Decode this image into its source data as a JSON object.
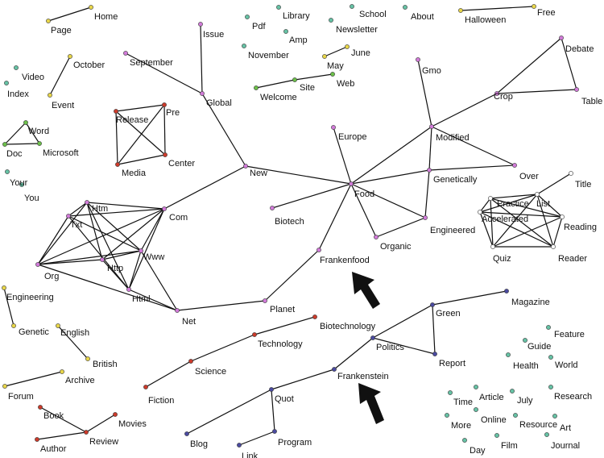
{
  "colors": {
    "yellow": "#e8d64a",
    "teal": "#66c2a5",
    "green": "#6cc04a",
    "violet": "#d17bd8",
    "red": "#cc3b2b",
    "navy": "#4b4ba0",
    "white": "#ffffff",
    "edge": "#111111",
    "arrow": "#111111"
  },
  "nodes": [
    {
      "id": "home",
      "label": "Home",
      "color": "yellow"
    },
    {
      "id": "page",
      "label": "Page",
      "color": "yellow"
    },
    {
      "id": "video",
      "label": "Video",
      "color": "teal"
    },
    {
      "id": "index",
      "label": "Index",
      "color": "teal"
    },
    {
      "id": "october",
      "label": "October",
      "color": "yellow"
    },
    {
      "id": "event",
      "label": "Event",
      "color": "yellow"
    },
    {
      "id": "word",
      "label": "Word",
      "color": "green"
    },
    {
      "id": "doc",
      "label": "Doc",
      "color": "green"
    },
    {
      "id": "microsoft",
      "label": "Microsoft",
      "color": "green"
    },
    {
      "id": "your",
      "label": "Your",
      "color": "teal"
    },
    {
      "id": "you",
      "label": "You",
      "color": "teal"
    },
    {
      "id": "issue",
      "label": "Issue",
      "color": "violet"
    },
    {
      "id": "september",
      "label": "September",
      "color": "violet"
    },
    {
      "id": "global",
      "label": "Global",
      "color": "violet"
    },
    {
      "id": "pre",
      "label": "Pre",
      "color": "red"
    },
    {
      "id": "release",
      "label": "Release",
      "color": "red"
    },
    {
      "id": "media",
      "label": "Media",
      "color": "red"
    },
    {
      "id": "center",
      "label": "Center",
      "color": "red"
    },
    {
      "id": "pdf",
      "label": "Pdf",
      "color": "teal"
    },
    {
      "id": "library",
      "label": "Library",
      "color": "teal"
    },
    {
      "id": "amp",
      "label": "Amp",
      "color": "teal"
    },
    {
      "id": "november",
      "label": "November",
      "color": "teal"
    },
    {
      "id": "school",
      "label": "School",
      "color": "teal"
    },
    {
      "id": "newsletter",
      "label": "Newsletter",
      "color": "teal"
    },
    {
      "id": "about",
      "label": "About",
      "color": "teal"
    },
    {
      "id": "halloween",
      "label": "Halloween",
      "color": "yellow"
    },
    {
      "id": "free",
      "label": "Free",
      "color": "yellow"
    },
    {
      "id": "june",
      "label": "June",
      "color": "yellow"
    },
    {
      "id": "may",
      "label": "May",
      "color": "yellow"
    },
    {
      "id": "web",
      "label": "Web",
      "color": "green"
    },
    {
      "id": "site",
      "label": "Site",
      "color": "green"
    },
    {
      "id": "welcome",
      "label": "Welcome",
      "color": "green"
    },
    {
      "id": "gmo",
      "label": "Gmo",
      "color": "violet"
    },
    {
      "id": "debate",
      "label": "Debate",
      "color": "violet"
    },
    {
      "id": "crop",
      "label": "Crop",
      "color": "violet"
    },
    {
      "id": "table",
      "label": "Table",
      "color": "violet"
    },
    {
      "id": "europe",
      "label": "Europe",
      "color": "violet"
    },
    {
      "id": "modified",
      "label": "Modified",
      "color": "violet"
    },
    {
      "id": "new",
      "label": "New",
      "color": "violet"
    },
    {
      "id": "over",
      "label": "Over",
      "color": "violet"
    },
    {
      "id": "genetically",
      "label": "Genetically",
      "color": "violet"
    },
    {
      "id": "food",
      "label": "Food",
      "color": "violet"
    },
    {
      "id": "biotech",
      "label": "Biotech",
      "color": "violet"
    },
    {
      "id": "engineered",
      "label": "Engineered",
      "color": "violet"
    },
    {
      "id": "organic",
      "label": "Organic",
      "color": "violet"
    },
    {
      "id": "frankenfood",
      "label": "Frankenfood",
      "color": "violet"
    },
    {
      "id": "title",
      "label": "Title",
      "color": "white"
    },
    {
      "id": "practice",
      "label": "Practice",
      "color": "white"
    },
    {
      "id": "list",
      "label": "List",
      "color": "white"
    },
    {
      "id": "accelerated",
      "label": "Accelerated",
      "color": "white"
    },
    {
      "id": "reading",
      "label": "Reading",
      "color": "white"
    },
    {
      "id": "quiz",
      "label": "Quiz",
      "color": "white"
    },
    {
      "id": "reader",
      "label": "Reader",
      "color": "white"
    },
    {
      "id": "htm",
      "label": "Htm",
      "color": "violet"
    },
    {
      "id": "com",
      "label": "Com",
      "color": "violet"
    },
    {
      "id": "txt",
      "label": "Txt",
      "color": "violet"
    },
    {
      "id": "www",
      "label": "Www",
      "color": "violet"
    },
    {
      "id": "org",
      "label": "Org",
      "color": "violet"
    },
    {
      "id": "http",
      "label": "Http",
      "color": "violet"
    },
    {
      "id": "html",
      "label": "Html",
      "color": "violet"
    },
    {
      "id": "net",
      "label": "Net",
      "color": "violet"
    },
    {
      "id": "planet",
      "label": "Planet",
      "color": "violet"
    },
    {
      "id": "engineering",
      "label": "Engineering",
      "color": "yellow"
    },
    {
      "id": "genetic",
      "label": "Genetic",
      "color": "yellow"
    },
    {
      "id": "english",
      "label": "English",
      "color": "yellow"
    },
    {
      "id": "british",
      "label": "British",
      "color": "yellow"
    },
    {
      "id": "archive",
      "label": "Archive",
      "color": "yellow"
    },
    {
      "id": "forum",
      "label": "Forum",
      "color": "yellow"
    },
    {
      "id": "biotechnology",
      "label": "Biotechnology",
      "color": "red"
    },
    {
      "id": "technology",
      "label": "Technology",
      "color": "red"
    },
    {
      "id": "science",
      "label": "Science",
      "color": "red"
    },
    {
      "id": "fiction",
      "label": "Fiction",
      "color": "red"
    },
    {
      "id": "book",
      "label": "Book",
      "color": "red"
    },
    {
      "id": "movies",
      "label": "Movies",
      "color": "red"
    },
    {
      "id": "review",
      "label": "Review",
      "color": "red"
    },
    {
      "id": "author",
      "label": "Author",
      "color": "red"
    },
    {
      "id": "magazine",
      "label": "Magazine",
      "color": "navy"
    },
    {
      "id": "green",
      "label": "Green",
      "color": "navy"
    },
    {
      "id": "politics",
      "label": "Politics",
      "color": "navy"
    },
    {
      "id": "report",
      "label": "Report",
      "color": "navy"
    },
    {
      "id": "frankenstein",
      "label": "Frankenstein",
      "color": "navy"
    },
    {
      "id": "quot",
      "label": "Quot",
      "color": "navy"
    },
    {
      "id": "blog",
      "label": "Blog",
      "color": "navy"
    },
    {
      "id": "program",
      "label": "Program",
      "color": "navy"
    },
    {
      "id": "link",
      "label": "Link",
      "color": "navy"
    },
    {
      "id": "feature",
      "label": "Feature",
      "color": "teal"
    },
    {
      "id": "guide",
      "label": "Guide",
      "color": "teal"
    },
    {
      "id": "health",
      "label": "Health",
      "color": "teal"
    },
    {
      "id": "world",
      "label": "World",
      "color": "teal"
    },
    {
      "id": "research",
      "label": "Research",
      "color": "teal"
    },
    {
      "id": "time",
      "label": "Time",
      "color": "teal"
    },
    {
      "id": "article",
      "label": "Article",
      "color": "teal"
    },
    {
      "id": "july",
      "label": "July",
      "color": "teal"
    },
    {
      "id": "more",
      "label": "More",
      "color": "teal"
    },
    {
      "id": "online",
      "label": "Online",
      "color": "teal"
    },
    {
      "id": "resource",
      "label": "Resource",
      "color": "teal"
    },
    {
      "id": "art",
      "label": "Art",
      "color": "teal"
    },
    {
      "id": "day",
      "label": "Day",
      "color": "teal"
    },
    {
      "id": "film",
      "label": "Film",
      "color": "teal"
    },
    {
      "id": "journal",
      "label": "Journal",
      "color": "teal"
    }
  ],
  "edges": [
    [
      "home",
      "page"
    ],
    [
      "october",
      "event"
    ],
    [
      "word",
      "doc"
    ],
    [
      "word",
      "microsoft"
    ],
    [
      "doc",
      "microsoft"
    ],
    [
      "issue",
      "global"
    ],
    [
      "september",
      "global"
    ],
    [
      "global",
      "new"
    ],
    [
      "release",
      "pre"
    ],
    [
      "release",
      "media"
    ],
    [
      "release",
      "center"
    ],
    [
      "pre",
      "media"
    ],
    [
      "pre",
      "center"
    ],
    [
      "media",
      "center"
    ],
    [
      "halloween",
      "free"
    ],
    [
      "june",
      "may"
    ],
    [
      "welcome",
      "site"
    ],
    [
      "site",
      "web"
    ],
    [
      "new",
      "food"
    ],
    [
      "com",
      "new"
    ],
    [
      "gmo",
      "modified"
    ],
    [
      "debate",
      "crop"
    ],
    [
      "debate",
      "table"
    ],
    [
      "crop",
      "table"
    ],
    [
      "crop",
      "modified"
    ],
    [
      "europe",
      "food"
    ],
    [
      "modified",
      "food"
    ],
    [
      "modified",
      "over"
    ],
    [
      "modified",
      "genetically"
    ],
    [
      "genetically",
      "food"
    ],
    [
      "genetically",
      "over"
    ],
    [
      "genetically",
      "engineered"
    ],
    [
      "food",
      "biotech"
    ],
    [
      "food",
      "engineered"
    ],
    [
      "food",
      "organic"
    ],
    [
      "food",
      "frankenfood"
    ],
    [
      "organic",
      "engineered"
    ],
    [
      "frankenfood",
      "planet"
    ],
    [
      "net",
      "planet"
    ],
    [
      "title",
      "list"
    ],
    [
      "practice",
      "list"
    ],
    [
      "practice",
      "accelerated"
    ],
    [
      "practice",
      "reading"
    ],
    [
      "practice",
      "quiz"
    ],
    [
      "practice",
      "reader"
    ],
    [
      "list",
      "accelerated"
    ],
    [
      "list",
      "reading"
    ],
    [
      "list",
      "quiz"
    ],
    [
      "list",
      "reader"
    ],
    [
      "accelerated",
      "reading"
    ],
    [
      "accelerated",
      "quiz"
    ],
    [
      "accelerated",
      "reader"
    ],
    [
      "reading",
      "quiz"
    ],
    [
      "reading",
      "reader"
    ],
    [
      "quiz",
      "reader"
    ],
    [
      "htm",
      "com"
    ],
    [
      "htm",
      "txt"
    ],
    [
      "htm",
      "org"
    ],
    [
      "htm",
      "http"
    ],
    [
      "htm",
      "www"
    ],
    [
      "htm",
      "html"
    ],
    [
      "com",
      "org"
    ],
    [
      "com",
      "www"
    ],
    [
      "com",
      "http"
    ],
    [
      "com",
      "html"
    ],
    [
      "com",
      "txt"
    ],
    [
      "txt",
      "org"
    ],
    [
      "txt",
      "www"
    ],
    [
      "txt",
      "html"
    ],
    [
      "org",
      "www"
    ],
    [
      "org",
      "http"
    ],
    [
      "org",
      "net"
    ],
    [
      "www",
      "http"
    ],
    [
      "www",
      "html"
    ],
    [
      "www",
      "net"
    ],
    [
      "http",
      "html"
    ],
    [
      "html",
      "net"
    ],
    [
      "engineering",
      "genetic"
    ],
    [
      "english",
      "british"
    ],
    [
      "archive",
      "forum"
    ],
    [
      "biotechnology",
      "technology"
    ],
    [
      "technology",
      "science"
    ],
    [
      "science",
      "fiction"
    ],
    [
      "book",
      "review"
    ],
    [
      "movies",
      "review"
    ],
    [
      "review",
      "author"
    ],
    [
      "magazine",
      "green"
    ],
    [
      "green",
      "politics"
    ],
    [
      "green",
      "report"
    ],
    [
      "politics",
      "report"
    ],
    [
      "politics",
      "frankenstein"
    ],
    [
      "frankenstein",
      "quot"
    ],
    [
      "quot",
      "blog"
    ],
    [
      "quot",
      "program"
    ],
    [
      "program",
      "link"
    ]
  ]
}
